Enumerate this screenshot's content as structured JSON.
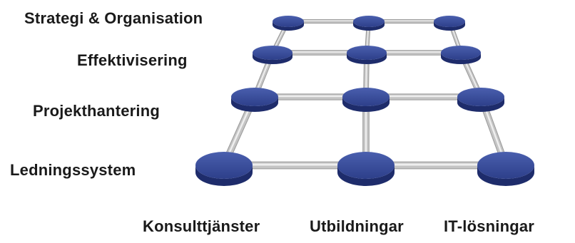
{
  "row_labels": [
    "Strategi & Organisation",
    "Effektivisering",
    "Projekthantering",
    "Ledningssystem"
  ],
  "column_labels": [
    "Konsulttjänster",
    "Utbildningar",
    "IT-lösningar"
  ],
  "colors": {
    "node_top": "#3a4f9c",
    "node_side": "#1e2c6b",
    "connector": "#c4c4c4"
  }
}
